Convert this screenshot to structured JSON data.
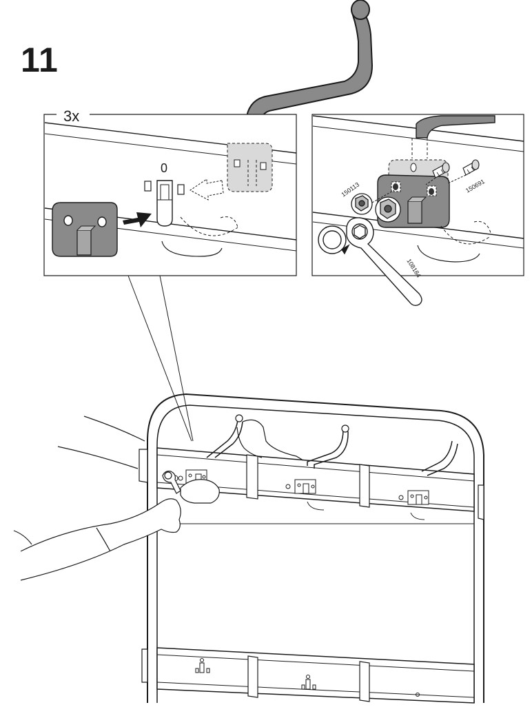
{
  "step": {
    "number": "11"
  },
  "detail_left": {
    "quantity": "3x",
    "position_mark": "0"
  },
  "detail_right": {
    "part_nut": "150113",
    "part_bolt": "150691",
    "part_wrench": "108184"
  },
  "colors": {
    "ink": "#1a1a1a",
    "part_fill": "#8a8a8a",
    "ghost_fill": "#d9d9d9",
    "background": "#ffffff"
  }
}
